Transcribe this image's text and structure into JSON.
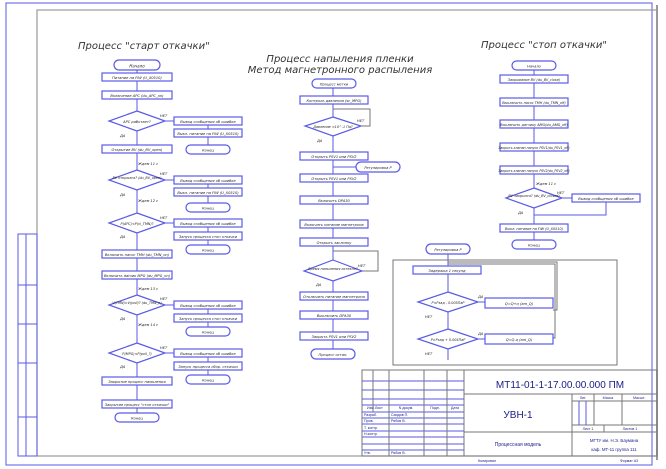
{
  "sheet": {
    "format_label": "Формат А3",
    "copied_label": "Копировал"
  },
  "left_process": {
    "title": "Процесс \"старт откачки\"",
    "start": "Начало",
    "steps": [
      "Питание на FiW (U_X0510)",
      "Включение АРС (du_APC_on)",
      "Открытие BV (du_BV_open)",
      "Включить насос TMH (du_TMN_on)",
      "Включить datчик MPG (du_MPG_on)",
      "Закрытие процесс напыления",
      "Закрытие процесс \"стоп откачки\""
    ],
    "end": "Конец",
    "decisions": [
      "APC работает?",
      "BV открылся? (du_BV_open)",
      "P(APC)<P(vi_TMN)?",
      "V(TMN)>V(poll)? (du_TMN_n)",
      "P(MPG)<P(poll_?)"
    ],
    "waits": [
      "Ждем 11 с",
      "Ждем 12 с",
      "Ждем 13 с",
      "Ждем 14 с"
    ],
    "yes": "ДА",
    "no": "НЕТ",
    "error_msg": "Вывод сообщения об ошибке",
    "branch_actions": [
      "Выкл. питание на FiW (U_X0510)",
      "Выкл. питание на FiW (U_X0510)",
      "Запуск процесса стоп откачки",
      "Запуск процесса стоп откачки",
      "Запуск процесса сбор. откачки"
    ]
  },
  "middle_process": {
    "title_line1": "Процесс напыления пленки",
    "title_line2": "Метод магнетронного распыления",
    "start": "Процесс метки",
    "steps": [
      "Контроль давления (sc_MPG)",
      "Открыть PSV1 или PSV2",
      "Открыть PSV1 или PSV2",
      "Включить DPA30",
      "Включить питание магнетрона",
      "Открыть заслонку",
      "Отключить питание магнетрона",
      "Выключить DPA30",
      "Закрыть PSV1 или PSV2"
    ],
    "decisions": [
      "Давление <10^-1 Па?",
      "Время напыления истекло?"
    ],
    "regulation": "Регулировка P",
    "end": "Процесс остан."
  },
  "right_process": {
    "title": "Процесс \"стоп откачки\"",
    "start": "Начало",
    "steps": [
      "Закрывание BV (du_BV_close)",
      "Выключить насос TMH (du_TMN_off)",
      "Выключить датчику AMG(du_AMG_off)",
      "Закрыть клапан напуск PSV1(du_PSV1_off)",
      "Закрыть клапан напуск PSV2(du_PSV2_off)",
      "Выкл. питание на FiW (U_X0510)"
    ],
    "wait": "Ждем 11 с",
    "decision": "BV закрылся? (du_BV_closed)",
    "error_msg": "Вывод сообщения об ошибке",
    "end": "Конец"
  },
  "regulation_loop": {
    "title": "Регулировка P",
    "step": "Задержка 1 секунд",
    "decisions": [
      "P<Pзад - 0.005ПаР",
      "P>Pзад + 0.005ПаР"
    ],
    "actions": [
      "Q=Q+q (am_Q)",
      "Q=Q-q (am_Q)"
    ],
    "yes": "ДА",
    "no": "НЕТ"
  },
  "title_block": {
    "doc_number": "МТ11-01-1-17.00.00.000 ПМ",
    "product": "УВН-1",
    "doc_name": "Процессная модель",
    "headers": [
      "Изм.",
      "Лист",
      "N докум.",
      "Подп.",
      "Дата"
    ],
    "rows": [
      {
        "role": "Разраб.",
        "name": "Саидов П."
      },
      {
        "role": "Пров.",
        "name": "Рябов В."
      },
      {
        "role": "Т. контр.",
        "name": ""
      },
      {
        "role": "Н.контр.",
        "name": ""
      },
      {
        "role": "Утв.",
        "name": "Рябов В."
      }
    ],
    "lit_label": "Лит.",
    "mass_label": "Масса",
    "scale_label": "Масшт.",
    "sheet_label": "Лист 1",
    "sheets_label": "Листов 1",
    "org_line1": "МГТУ им. Н.Э. Баумана",
    "org_line2": "каф. МТ-11 группа 111"
  }
}
